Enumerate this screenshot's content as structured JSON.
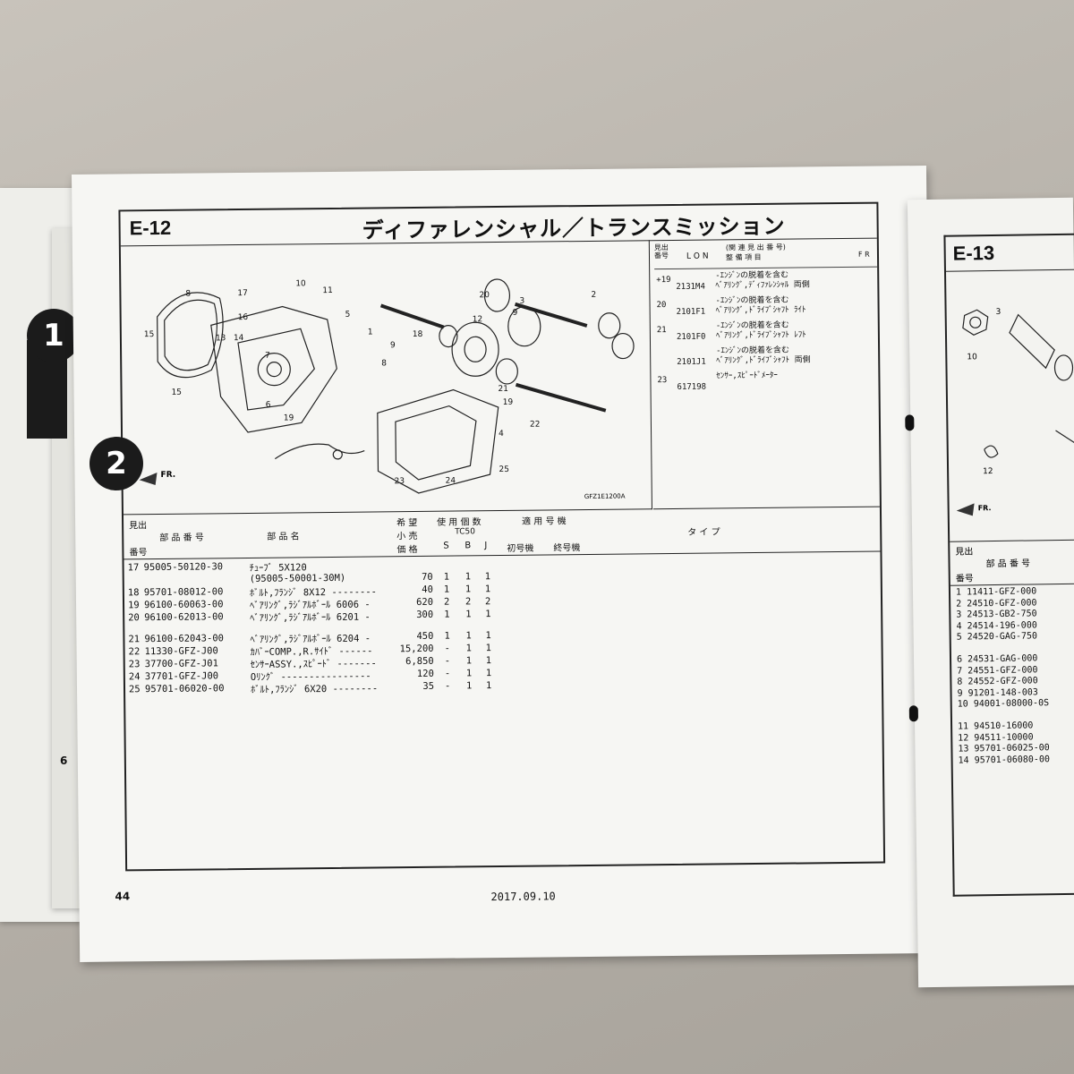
{
  "left_page": {
    "section": "E-12",
    "title": "ディファレンシャル／トランスミッション",
    "page_number": "44",
    "date": "2017.09.10",
    "diagram_code": "GFZ1E1200A",
    "direction_label": "FR.",
    "callouts": [
      "8",
      "17",
      "16",
      "14",
      "13",
      "10",
      "11",
      "5",
      "20",
      "2",
      "9",
      "3",
      "12",
      "9",
      "1",
      "18",
      "7",
      "8",
      "15",
      "15",
      "19",
      "6",
      "21",
      "19",
      "4",
      "22",
      "25",
      "24",
      "23"
    ],
    "notes_header": {
      "col1": "見出\n番号",
      "col2": "L O N",
      "col3": "(関 連 見 出 番 号)\n整 備 項 目",
      "col4": "F R"
    },
    "notes": [
      {
        "ref": "+19",
        "lon": "2131M4",
        "text": "-ｴﾝｼﾞﾝの脱着を含む\nﾍﾞｱﾘﾝｸﾞ,ﾃﾞｨﾌｧﾚﾝｼｬﾙ 両側"
      },
      {
        "ref": "20",
        "lon": "2101F1",
        "text": "-ｴﾝｼﾞﾝの脱着を含む\nﾍﾞｱﾘﾝｸﾞ,ﾄﾞﾗｲﾌﾞｼｬﾌﾄ ﾗｲﾄ"
      },
      {
        "ref": "21",
        "lon": "2101F0",
        "text": "-ｴﾝｼﾞﾝの脱着を含む\nﾍﾞｱﾘﾝｸﾞ,ﾄﾞﾗｲﾌﾞｼｬﾌﾄ ﾚﾌﾄ"
      },
      {
        "ref": "",
        "lon": "2101J1",
        "text": "-ｴﾝｼﾞﾝの脱着を含む\nﾍﾞｱﾘﾝｸﾞ,ﾄﾞﾗｲﾌﾞｼｬﾌﾄ 両側"
      },
      {
        "ref": "23",
        "lon": "617198",
        "text": "ｾﾝｻｰ,ｽﾋﾟｰﾄﾞﾒｰﾀｰ"
      }
    ],
    "table_header": {
      "midashi": "見出",
      "bango": "番号",
      "part_number": "部 品 番 号",
      "part_name": "部 品 名",
      "kibou": "希 望",
      "kouri": "小 売",
      "kakaku": "価 格",
      "usage": "使 用 個 数",
      "model": "TC50",
      "col_s": "S",
      "col_b": "B",
      "col_j": "J",
      "applicable": "適 用 号 機",
      "first": "初号機",
      "last": "終号機",
      "type": "タ イ プ"
    },
    "rows": [
      {
        "no": "17",
        "pn": "95005-50120-30",
        "name": "ﾁｭｰﾌﾞ 5X120",
        "price": "",
        "s": "",
        "b": "",
        "j": ""
      },
      {
        "no": "",
        "pn": "",
        "name": "(95005-50001-30M)",
        "price": "70",
        "s": "1",
        "b": "1",
        "j": "1"
      },
      {
        "no": "18",
        "pn": "95701-08012-00",
        "name": "ﾎﾞﾙﾄ,ﾌﾗﾝｼﾞ 8X12 --------",
        "price": "40",
        "s": "1",
        "b": "1",
        "j": "1"
      },
      {
        "no": "19",
        "pn": "96100-60063-00",
        "name": "ﾍﾞｱﾘﾝｸﾞ,ﾗｼﾞｱﾙﾎﾞｰﾙ 6006 -",
        "price": "620",
        "s": "2",
        "b": "2",
        "j": "2"
      },
      {
        "no": "20",
        "pn": "96100-62013-00",
        "name": "ﾍﾞｱﾘﾝｸﾞ,ﾗｼﾞｱﾙﾎﾞｰﾙ 6201 -",
        "price": "300",
        "s": "1",
        "b": "1",
        "j": "1"
      },
      {
        "no": "21",
        "pn": "96100-62043-00",
        "name": "ﾍﾞｱﾘﾝｸﾞ,ﾗｼﾞｱﾙﾎﾞｰﾙ 6204 -",
        "price": "450",
        "s": "1",
        "b": "1",
        "j": "1"
      },
      {
        "no": "22",
        "pn": "11330-GFZ-J00",
        "name": "ｶﾊﾞｰCOMP.,R.ｻｲﾄﾞ ------",
        "price": "15,200",
        "s": "-",
        "b": "1",
        "j": "1"
      },
      {
        "no": "23",
        "pn": "37700-GFZ-J01",
        "name": "ｾﾝｻｰASSY.,ｽﾋﾟｰﾄﾞ -------",
        "price": "6,850",
        "s": "-",
        "b": "1",
        "j": "1"
      },
      {
        "no": "24",
        "pn": "37701-GFZ-J00",
        "name": "Oﾘﾝｸﾞ ----------------",
        "price": "120",
        "s": "-",
        "b": "1",
        "j": "1"
      },
      {
        "no": "25",
        "pn": "95701-06020-00",
        "name": "ﾎﾞﾙﾄ,ﾌﾗﾝｼﾞ 6X20 --------",
        "price": "35",
        "s": "-",
        "b": "1",
        "j": "1"
      }
    ],
    "side_page_number": "6"
  },
  "tabs": {
    "tab1": "1",
    "tab2": "2"
  },
  "right_page": {
    "section": "E-13",
    "callouts": [
      "3",
      "10",
      "12"
    ],
    "direction_label": "FR.",
    "midashi": "見出",
    "bango": "番号",
    "part_number": "部 品 番 号",
    "rows": [
      "1  11411-GFZ-000",
      "2  24510-GFZ-000",
      "3  24513-GB2-750",
      "4  24514-196-000",
      "5  24520-GAG-750",
      "",
      "6  24531-GAG-000",
      "7  24551-GFZ-000",
      "8  24552-GFZ-000",
      "9  91201-148-003",
      "10 94001-08000-0S",
      "",
      "11 94510-16000",
      "12 94511-10000",
      "13 95701-06025-00",
      "14 95701-06080-00"
    ]
  }
}
